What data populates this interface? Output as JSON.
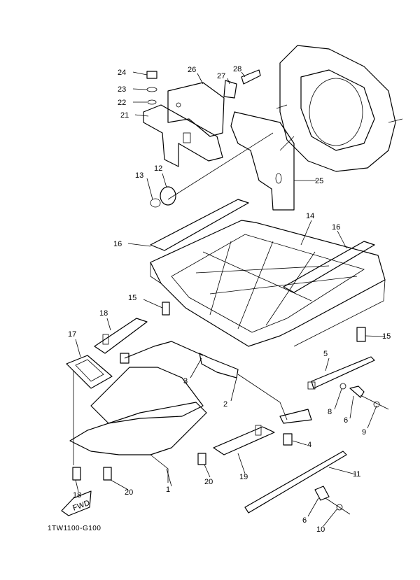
{
  "diagram": {
    "type": "exploded parts diagram",
    "colors": {
      "line": "#000000",
      "background": "#ffffff"
    },
    "callouts": [
      "24",
      "23",
      "22",
      "21",
      "26",
      "27",
      "28",
      "13",
      "12",
      "25",
      "14",
      "16",
      "16",
      "15",
      "18",
      "17",
      "15",
      "5",
      "3",
      "2",
      "8",
      "6",
      "9",
      "4",
      "11",
      "1",
      "20",
      "19",
      "18",
      "20",
      "6",
      "10"
    ],
    "fwd_marker": "FWD",
    "drawing_code": "1TW1100-G100"
  }
}
